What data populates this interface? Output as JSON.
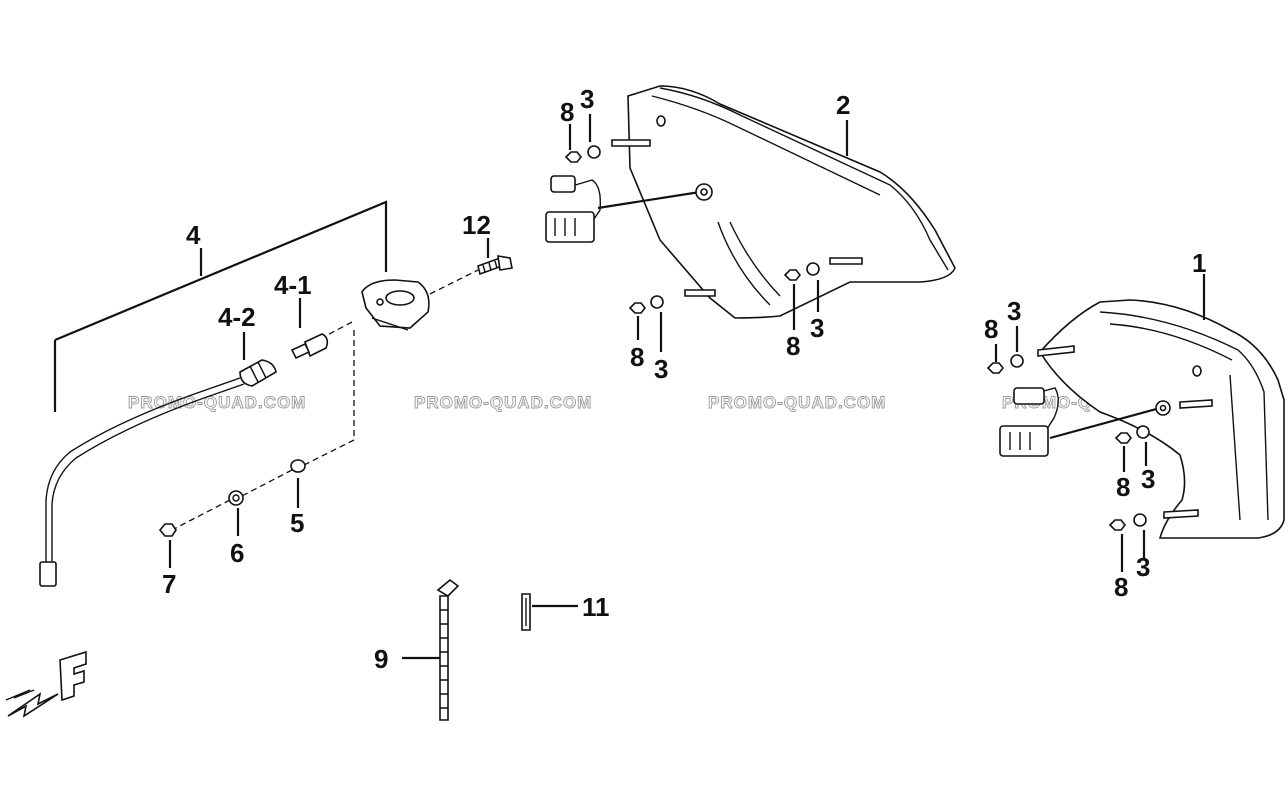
{
  "diagram": {
    "labels": {
      "p1": "1",
      "p2": "2",
      "p3a": "3",
      "p3b": "3",
      "p3c": "3",
      "p3d": "3",
      "p3e": "3",
      "p3f": "3",
      "p4": "4",
      "p4_1": "4-1",
      "p4_2": "4-2",
      "p5": "5",
      "p6": "6",
      "p7": "7",
      "p8a": "8",
      "p8b": "8",
      "p8c": "8",
      "p8d": "8",
      "p8e": "8",
      "p8f": "8",
      "p9": "9",
      "p11": "11",
      "p12": "12"
    },
    "watermark": "PROMO-QUAD.COM",
    "front_marker": "F"
  }
}
